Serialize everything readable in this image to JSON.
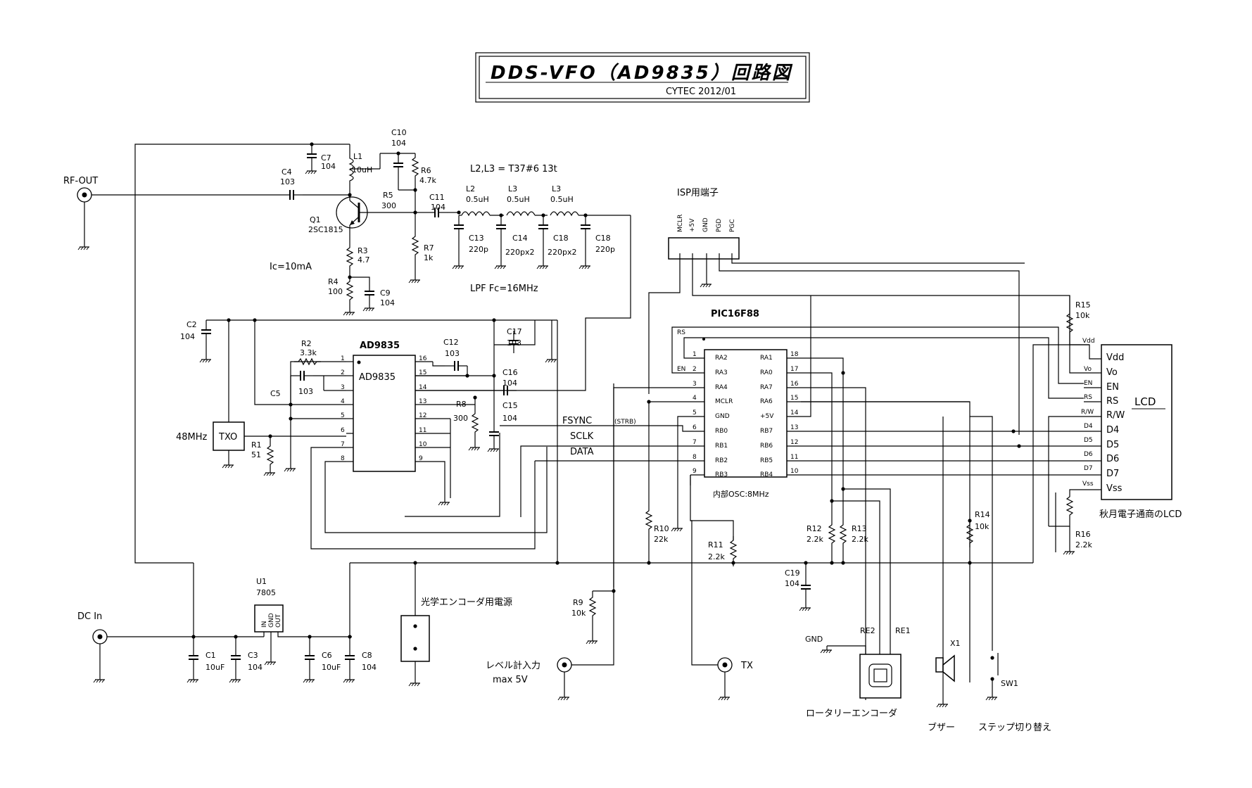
{
  "title": {
    "main": "DDS-VFO（AD9835）回路図",
    "sub": "CYTEC 2012/01"
  },
  "connectors": {
    "rf_out": "RF-OUT",
    "dc_in": "DC In",
    "level_in": "レベル計入力",
    "level_max": "max 5V",
    "tx": "TX",
    "tx_osc": "48MHz",
    "optical_power": "光学エンコーダ用電源",
    "gnd": "GND"
  },
  "isp": {
    "title": "ISP用端子",
    "pins": [
      "MCLR",
      "+5V",
      "GND",
      "PGD",
      "PGC"
    ]
  },
  "rf": {
    "inductor_note": "L2,L3 = T37#6 13t",
    "lpf_note": "LPF Fc=16MHz",
    "ic_note": "Ic=10mA",
    "q1": {
      "ref": "Q1",
      "val": "2SC1815"
    },
    "l1": {
      "ref": "L1",
      "val": "10uH"
    },
    "l2": {
      "ref": "L2",
      "val": "0.5uH"
    },
    "l3a": {
      "ref": "L3",
      "val": "0.5uH"
    },
    "l3b": {
      "ref": "L3",
      "val": "0.5uH"
    },
    "c4": {
      "ref": "C4",
      "val": "103"
    },
    "c7": {
      "ref": "C7",
      "val": "104"
    },
    "c10": {
      "ref": "C10",
      "val": "104"
    },
    "c11": {
      "ref": "C11",
      "val": "104"
    },
    "c13": {
      "ref": "C13",
      "val": "220p"
    },
    "c14": {
      "ref": "C14",
      "val": "220px2"
    },
    "c18a": {
      "ref": "C18",
      "val": "220px2"
    },
    "c18b": {
      "ref": "C18",
      "val": "220p"
    },
    "c9": {
      "ref": "C9",
      "val": "104"
    },
    "r3": {
      "ref": "R3",
      "val": "4.7"
    },
    "r4": {
      "ref": "R4",
      "val": "100"
    },
    "r5": {
      "ref": "R5",
      "val": "300"
    },
    "r6": {
      "ref": "R6",
      "val": "4.7k"
    },
    "r7": {
      "ref": "R7",
      "val": "1k"
    }
  },
  "dds": {
    "name": "AD9835",
    "body_label": "AD9835",
    "left_pins": [
      "1",
      "2",
      "4",
      "5",
      "6",
      "7",
      "8"
    ],
    "right_pins": [
      "16",
      "15",
      "14",
      "13",
      "12",
      "11",
      "10",
      "9"
    ],
    "left_pin3": "3",
    "c2": {
      "ref": "C2",
      "val": "104"
    },
    "c5": {
      "ref": "C5",
      "val": "103"
    },
    "c12": {
      "ref": "C12",
      "val": "103"
    },
    "c15": {
      "ref": "C15",
      "val": "104"
    },
    "c16": {
      "ref": "C16",
      "val": "104"
    },
    "c17": {
      "ref": "C17",
      "val": "103"
    },
    "r1": {
      "ref": "R1",
      "val": "51"
    },
    "r2": {
      "ref": "R2",
      "val": "3.3k"
    },
    "r8": {
      "ref": "R8",
      "val": "300"
    },
    "txo": "TXO",
    "signals": [
      "FSYNC",
      "SCLK",
      "DATA"
    ],
    "strb": "(STRB)"
  },
  "mcu": {
    "name": "PIC16F88",
    "osc_note": "内部OSC:8MHz",
    "left_pins": [
      {
        "n": "1",
        "s": "RA2"
      },
      {
        "n": "2",
        "s": "RA3"
      },
      {
        "n": "3",
        "s": "RA4"
      },
      {
        "n": "4",
        "s": "MCLR"
      },
      {
        "n": "5",
        "s": "GND"
      },
      {
        "n": "6",
        "s": "RB0"
      },
      {
        "n": "7",
        "s": "RB1"
      },
      {
        "n": "8",
        "s": "RB2"
      },
      {
        "n": "9",
        "s": "RB3"
      }
    ],
    "right_pins": [
      {
        "n": "18",
        "s": "RA1"
      },
      {
        "n": "17",
        "s": "RA0"
      },
      {
        "n": "16",
        "s": "RA7"
      },
      {
        "n": "15",
        "s": "RA6"
      },
      {
        "n": "14",
        "s": "+5V"
      },
      {
        "n": "13",
        "s": "RB7"
      },
      {
        "n": "12",
        "s": "RB6"
      },
      {
        "n": "11",
        "s": "RB5"
      },
      {
        "n": "10",
        "s": "RB4"
      }
    ],
    "net_labels": [
      "RS",
      "EN"
    ],
    "r9": {
      "ref": "R9",
      "val": "10k"
    },
    "r10": {
      "ref": "R10",
      "val": "22k"
    },
    "r11": {
      "ref": "R11",
      "val": "2.2k"
    },
    "r12": {
      "ref": "R12",
      "val": "2.2k"
    },
    "r13": {
      "ref": "R13",
      "val": "2.2k"
    },
    "r14": {
      "ref": "R14",
      "val": "10k"
    },
    "c19": {
      "ref": "C19",
      "val": "104"
    }
  },
  "lcd": {
    "name": "LCD",
    "maker": "秋月電子通商のLCD",
    "pins": [
      "Vdd",
      "Vo",
      "EN",
      "RS",
      "R/W",
      "D4",
      "D5",
      "D6",
      "D7",
      "Vss"
    ],
    "r15": {
      "ref": "R15",
      "val": "10k"
    },
    "r16": {
      "ref": "R16",
      "val": "2.2k"
    }
  },
  "power": {
    "u1": {
      "ref": "U1",
      "val": "7805",
      "pins": [
        "IN",
        "GND",
        "OUT"
      ]
    },
    "c1": {
      "ref": "C1",
      "val": "10uF"
    },
    "c3": {
      "ref": "C3",
      "val": "104"
    },
    "c6": {
      "ref": "C6",
      "val": "10uF"
    },
    "c8": {
      "ref": "C8",
      "val": "104"
    }
  },
  "encoder": {
    "name": "ロータリーエンコーダ",
    "re1": "RE1",
    "re2": "RE2"
  },
  "buzzer": {
    "ref": "X1",
    "name": "ブザー"
  },
  "switch": {
    "ref": "SW1",
    "name": "ステップ切り替え"
  }
}
